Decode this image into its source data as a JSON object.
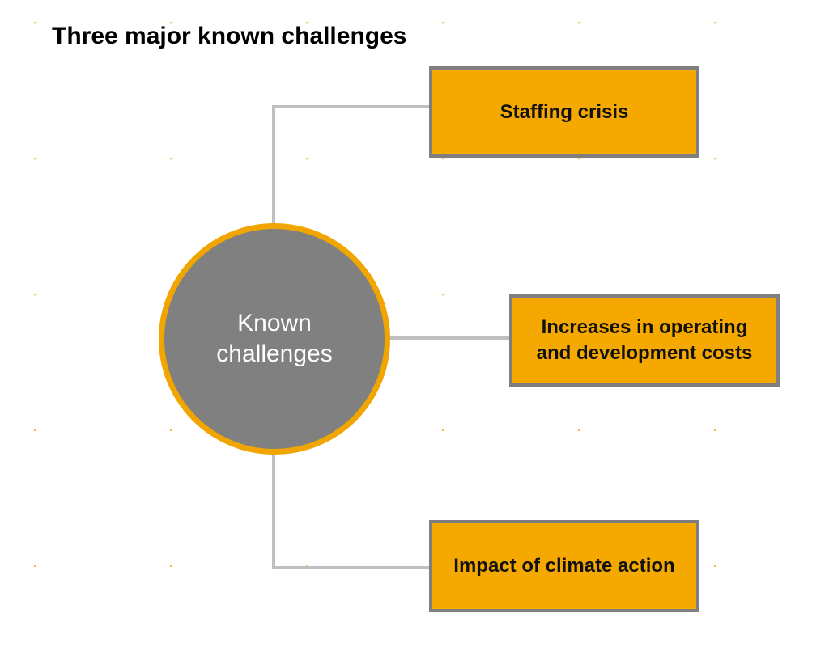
{
  "title": "Three major known challenges",
  "hub": {
    "label": "Known challenges"
  },
  "challenges": [
    {
      "label": "Staffing crisis"
    },
    {
      "label": "Increases in operating and development costs"
    },
    {
      "label": "Impact of climate action"
    }
  ],
  "colors": {
    "accent": "#f0a500",
    "hub_fill": "#808080",
    "box_fill": "#f5a800",
    "box_border": "#7f7f7f",
    "connector": "#bfbfbf",
    "dot": "#f0c060"
  }
}
